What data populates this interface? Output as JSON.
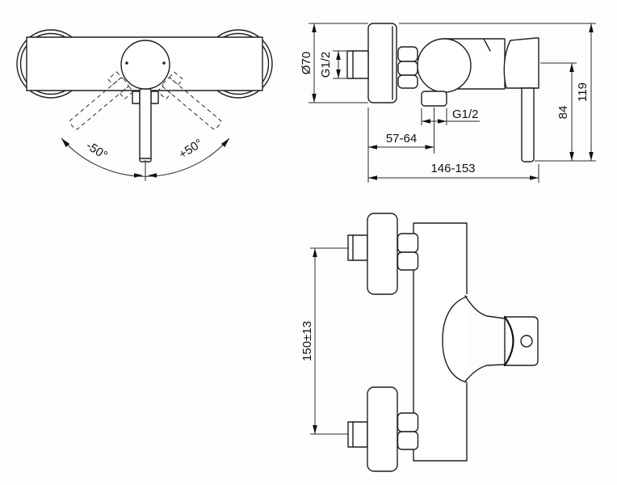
{
  "colors": {
    "background": "#fdfdfd",
    "line": "#1e1e1e",
    "dimension_line": "#2b2b2b",
    "text": "#111111"
  },
  "drawing": {
    "front_view": {
      "minus_angle_label": "-50°",
      "plus_angle_label": "+50°"
    },
    "side_view": {
      "escutcheon_diameter_label": "Ø70",
      "inlet_thread_label": "G1/2",
      "outlet_thread_label": "G1/2",
      "wall_to_outlet_label": "57-64",
      "overall_depth_label": "146-153",
      "lever_drop_label": "84",
      "overall_height_label": "119"
    },
    "plan_view": {
      "inlet_centers_label": "150±13"
    }
  }
}
